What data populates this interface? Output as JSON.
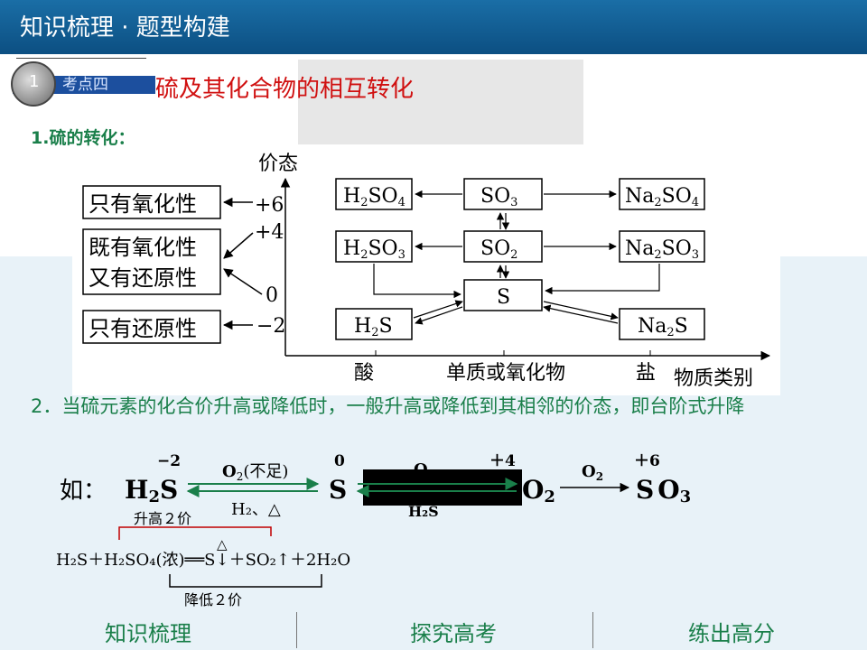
{
  "header": {
    "title": "知识梳理 · 题型构建"
  },
  "badge": {
    "num": "1",
    "label": "考点四"
  },
  "section": {
    "title": "硫及其化合物的相互转化"
  },
  "sub1": "1.硫的转化：",
  "diagram": {
    "yaxis_label": "价态",
    "xaxis_label": "物质类别",
    "y_ticks": [
      "+6",
      "+4",
      "0",
      "−2"
    ],
    "x_ticks": [
      "酸",
      "单质或氧化物",
      "盐"
    ],
    "props": [
      "只有氧化性",
      "既有氧化性",
      "又有还原性",
      "只有还原性"
    ],
    "species": {
      "h2so4": [
        "H",
        "2",
        "SO",
        "4"
      ],
      "so3": [
        "SO",
        "3"
      ],
      "na2so4": [
        "Na",
        "2",
        "SO",
        "4"
      ],
      "h2so3": [
        "H",
        "2",
        "SO",
        "3"
      ],
      "so2": [
        "SO",
        "2"
      ],
      "na2so3": [
        "Na",
        "2",
        "SO",
        "3"
      ],
      "s": [
        "S"
      ],
      "h2s": [
        "H",
        "2",
        "S"
      ],
      "na2s": [
        "Na",
        "2",
        "S"
      ]
    }
  },
  "para2": "2．当硫元素的化合价升高或降低时，一般升高或降低到其相邻的价态，即台阶式升降",
  "eq": {
    "prefix": "如：",
    "v1": "−2",
    "v2": "0",
    "v3": "＋4",
    "v4": "＋6",
    "h2s": [
      "H",
      "2",
      "S"
    ],
    "s": "S",
    "so2_tail": [
      "O",
      "2"
    ],
    "so3": [
      "S",
      "O",
      "3"
    ],
    "o2_part": [
      "O",
      "2",
      "(不足)"
    ],
    "h2_part": "H₂、△",
    "o2b": [
      "O",
      "2"
    ],
    "h2s_hidden": "H₂S",
    "o_hidden": "O",
    "rise": "升高２价",
    "fall": "降低２价",
    "reaction": "H₂S＋H₂SO₄(浓)══S↓＋SO₂↑＋2H₂O",
    "delta": "△"
  },
  "footer": [
    "知识梳理",
    "探究高考",
    "练出高分"
  ]
}
